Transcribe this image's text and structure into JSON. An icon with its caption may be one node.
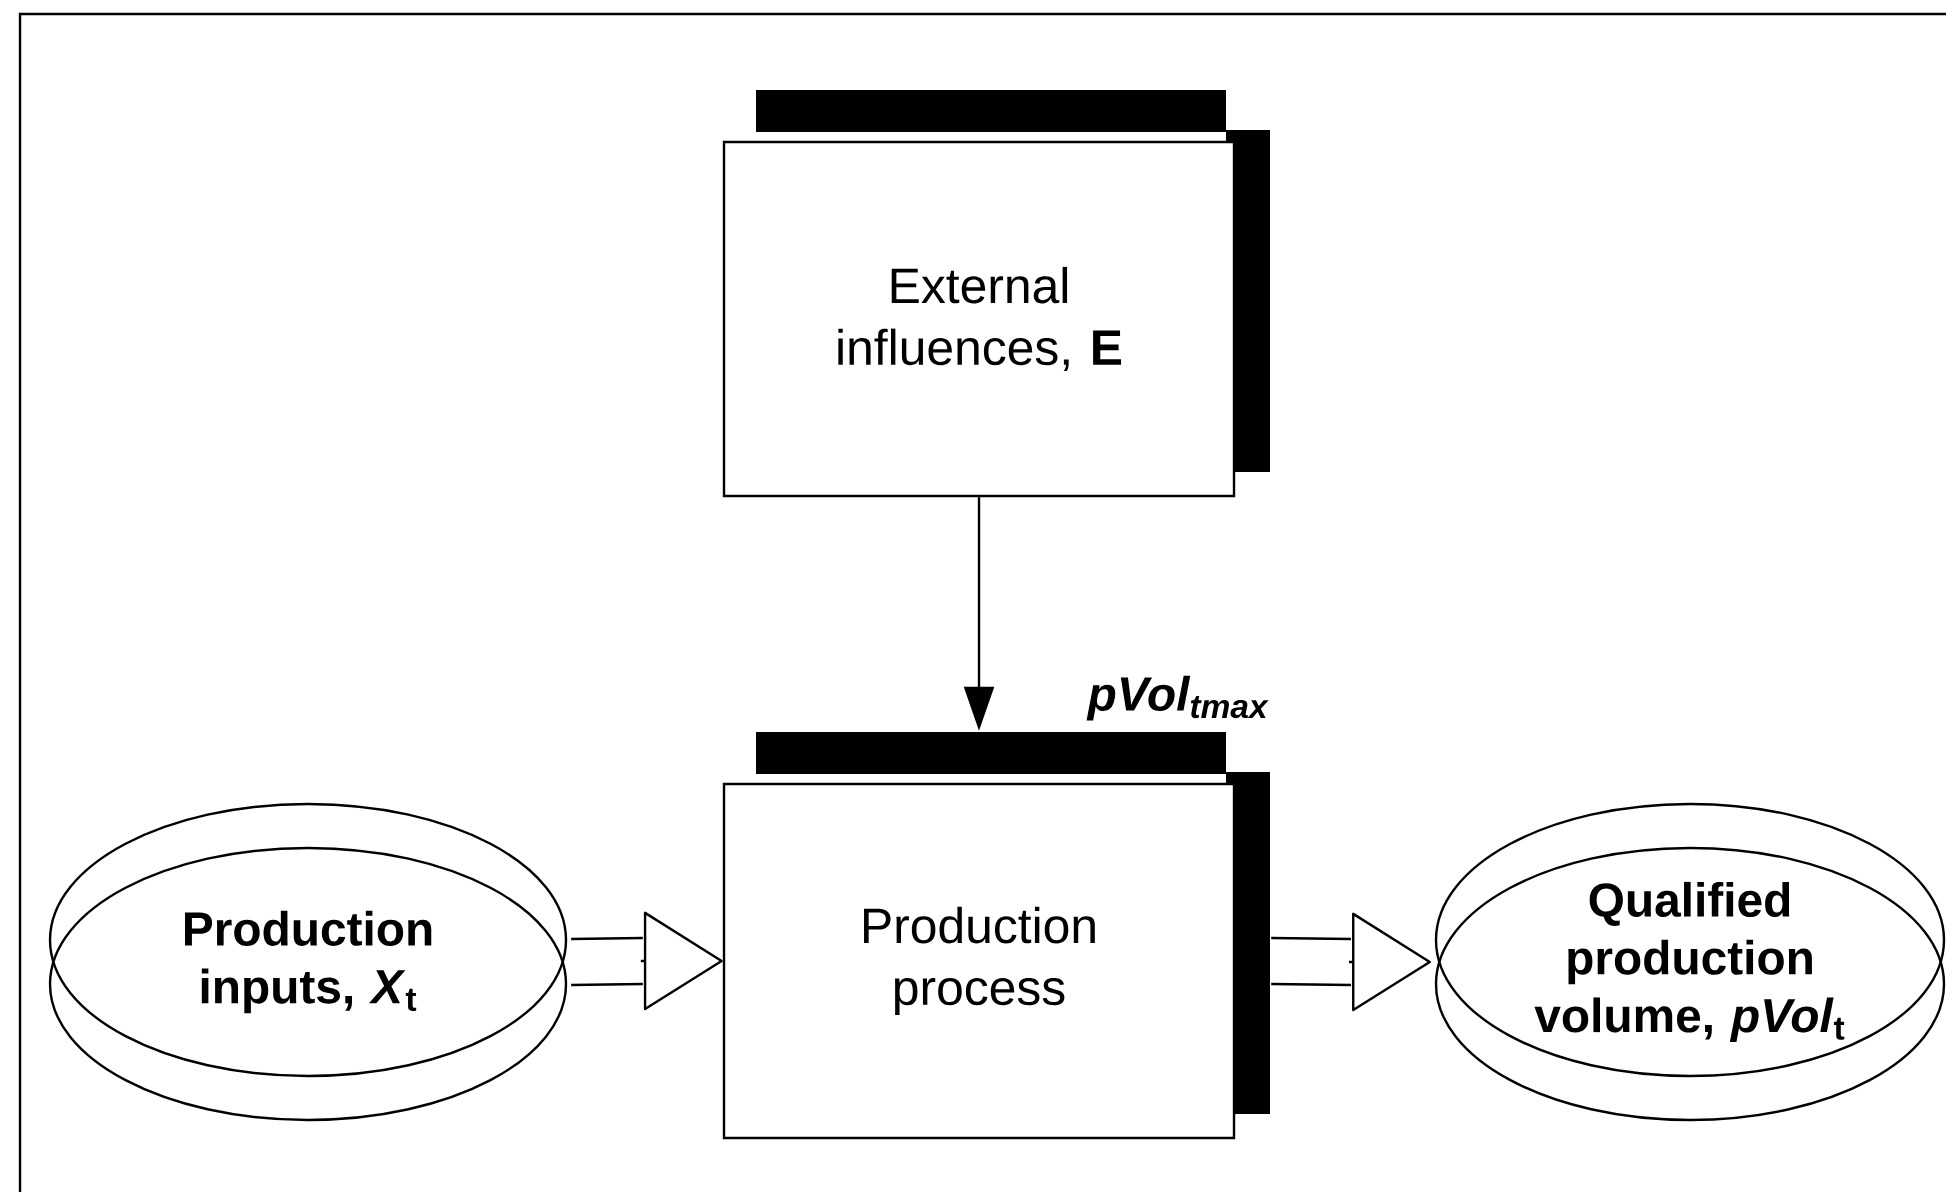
{
  "diagram": {
    "nodes": [
      {
        "text": [
          "External influences, **E**"
        ]
      },
      {
        "text": [
          "Production inputs, *X*$_{t}$"
        ]
      },
      {
        "text": [
          "Production process"
        ],
        "beside": [
          "pVol$_{tmax}$"
        ]
      },
      {
        "text": [
          "Qualified production volume, *pVol*$_{t}$"
        ]
      }
    ],
    "edges": [
      {
        "from": 0,
        "to": 2,
        "arrow": "to"
      },
      {
        "from": 1,
        "to": 2,
        "arrow": "to"
      },
      {
        "from": 2,
        "to": 3,
        "arrow": "to"
      }
    ]
  }
}
